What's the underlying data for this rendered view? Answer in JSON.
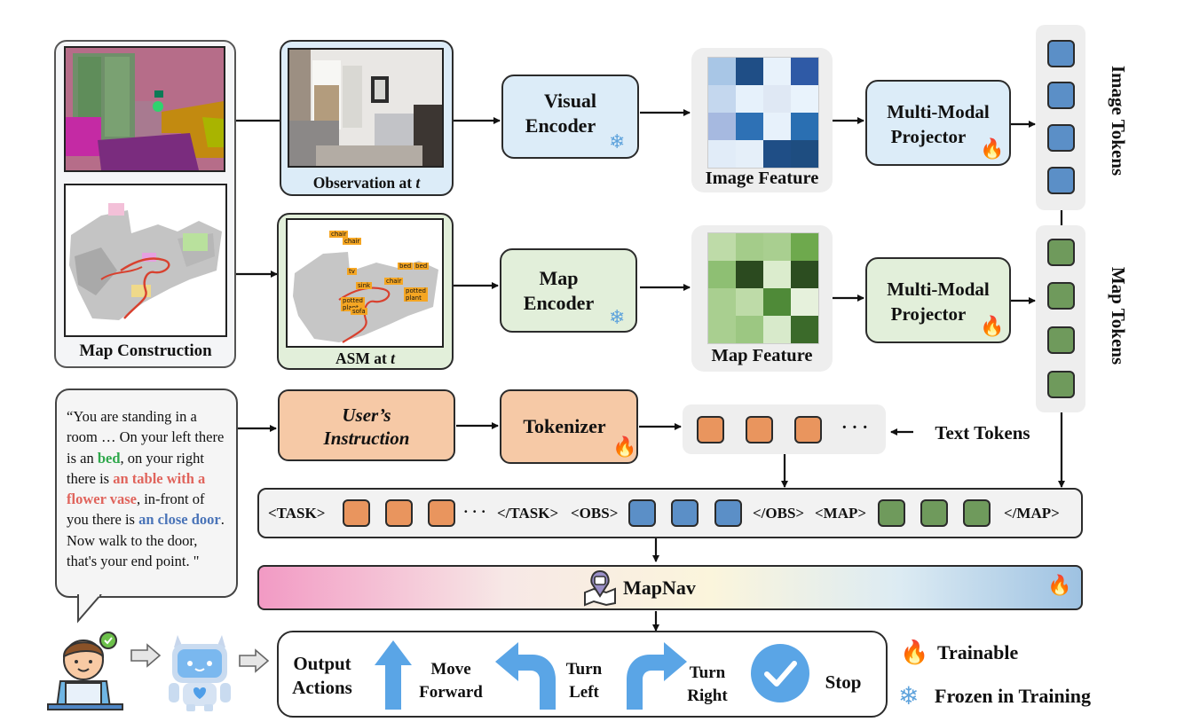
{
  "labels": {
    "observation": "Observation at",
    "observation_t": "t",
    "asm": "ASM at",
    "asm_t": "t",
    "map_construction": "Map Construction",
    "visual_encoder_1": "Visual",
    "visual_encoder_2": "Encoder",
    "map_encoder_1": "Map",
    "map_encoder_2": "Encoder",
    "image_feature": "Image Feature",
    "map_feature": "Map Feature",
    "projector_1": "Multi-Modal",
    "projector_2": "Projector",
    "image_tokens": "Image Tokens",
    "map_tokens": "Map Tokens",
    "user_instruction_1": "User’s",
    "user_instruction_2": "Instruction",
    "tokenizer": "Tokenizer",
    "text_tokens": "Text Tokens",
    "ellipsis": "· · ·",
    "mapnav": "MapNav",
    "output_1": "Output",
    "output_2": "Actions",
    "move_1": "Move",
    "move_2": "Forward",
    "left_1": "Turn",
    "left_2": "Left",
    "right_1": "Turn",
    "right_2": "Right",
    "stop": "Stop",
    "trainable": "Trainable",
    "frozen": "Frozen in Training"
  },
  "sequence": {
    "task_open": "<TASK>",
    "dots": "· · ·",
    "task_close": "</TASK>",
    "obs_open": "<OBS>",
    "obs_close": "</OBS>",
    "map_open": "<MAP>",
    "map_close": "</MAP>"
  },
  "instruction": {
    "p1": "“You are standing in a room … On your left there is an ",
    "bed": "bed",
    "p2": ", on your right there is ",
    "table": "an table with a flower vase",
    "p3": ", in-front of you there is ",
    "door": "an close door",
    "p4": ". Now walk to the door, that's your end point. \""
  },
  "asm_tags": [
    "chair",
    "chair",
    "bed",
    "bed",
    "tv",
    "chair",
    "sink",
    "potted plant",
    "potted plant",
    "sofa"
  ],
  "colors": {
    "blue_light": "#dcecf8",
    "green_light": "#e2efda",
    "orange": "#f6c9a6",
    "token_blue": "#5b8fc7",
    "token_green": "#6f9a5c",
    "token_orange": "#e9955e",
    "image_feature_grid": [
      "#a8c6e6",
      "#1f4e86",
      "#e8f2fb",
      "#2f5aa6",
      "#c4d7ee",
      "#e6f1fb",
      "#dfe8f4",
      "#e9f3fc",
      "#a6b9e0",
      "#2e71b5",
      "#e7f1fb",
      "#2a6fb2",
      "#e1ecf8",
      "#e5eff9",
      "#1f4e86",
      "#1e4d80"
    ],
    "map_feature_grid": [
      "#bedba8",
      "#a4cc8a",
      "#a9cf90",
      "#6ea94d",
      "#8ebf73",
      "#2b4a1f",
      "#dbeccd",
      "#2c4d20",
      "#a9cf90",
      "#bedba8",
      "#4f8a38",
      "#e6f1dc",
      "#a9cf90",
      "#9cc782",
      "#d8eacb",
      "#3b6a2a"
    ]
  },
  "icons": {
    "snowflake": "snowflake-icon",
    "fire": "fire-icon",
    "mapnav_logo": "map-robot-icon",
    "user": "user-laptop-icon",
    "robot": "robot-icon"
  }
}
